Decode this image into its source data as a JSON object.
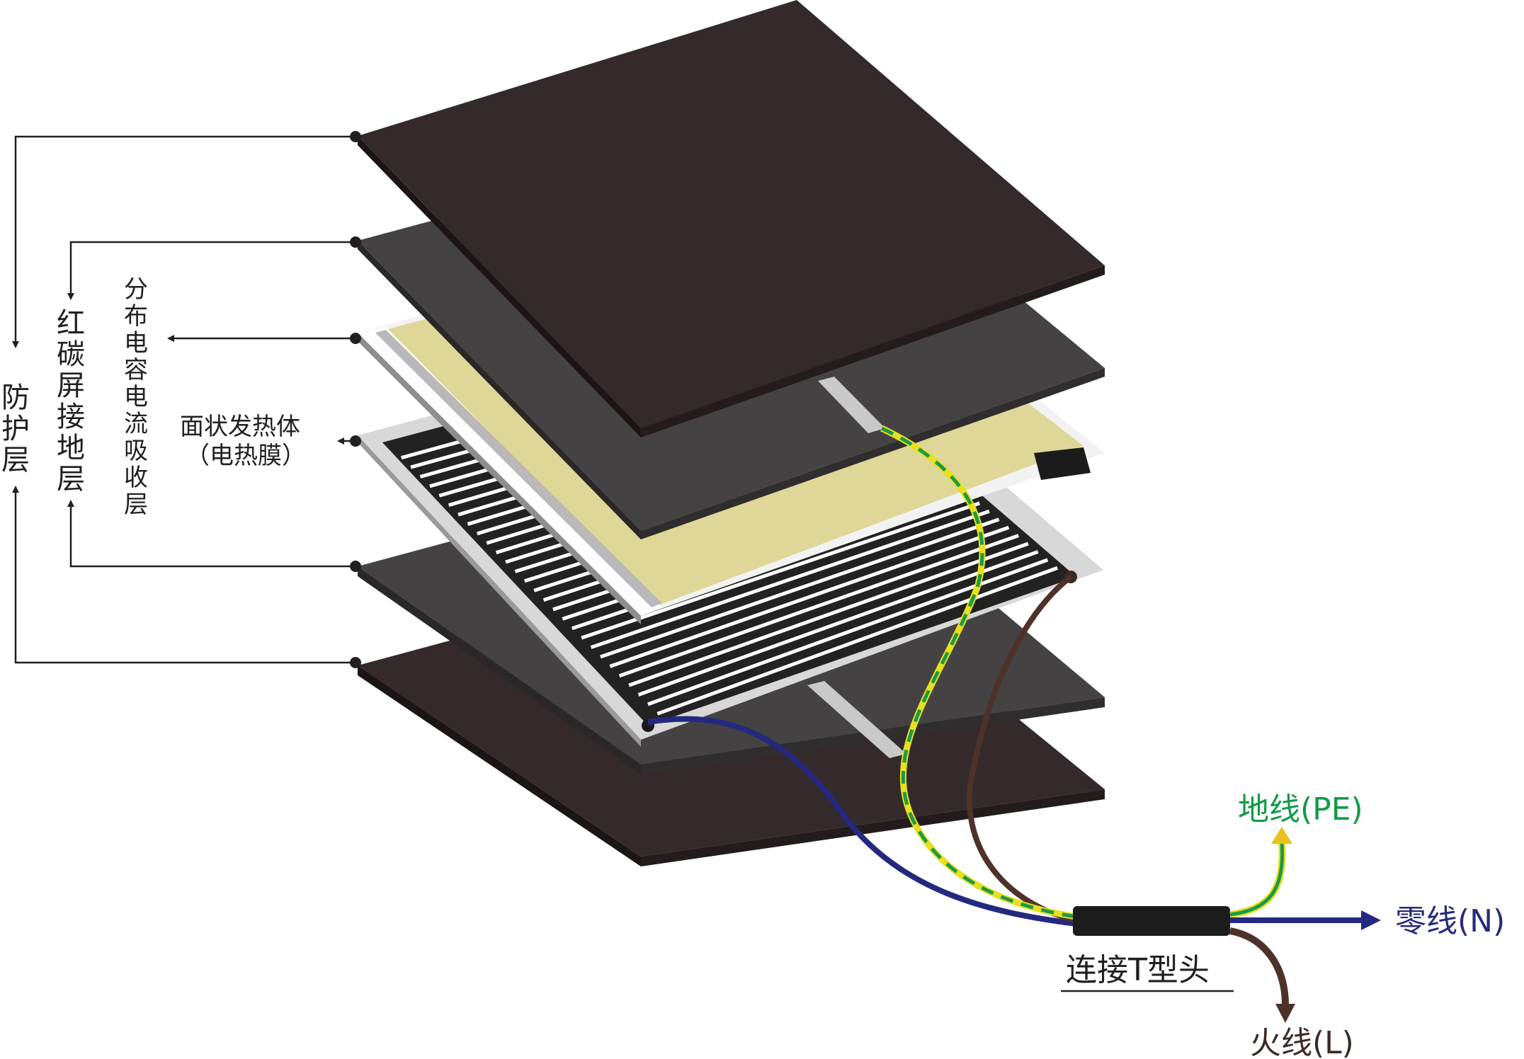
{
  "labels": {
    "protective_layer": [
      "防",
      "护",
      "层"
    ],
    "carbon_ground_layer": [
      "红",
      "碳",
      "屏",
      "接",
      "地",
      "层"
    ],
    "capacitive_absorb_layer": [
      "分",
      "布",
      "电",
      "容",
      "电",
      "流",
      "吸",
      "收",
      "层"
    ],
    "heating_body": "面状发热体",
    "heating_film": "（电热膜）",
    "connector": "连接T型头",
    "ground_wire": "地线(PE)",
    "neutral_wire": "零线(N)",
    "live_wire": "火线(L)"
  },
  "colors": {
    "protective": "#342a2b",
    "ground_layer": "#454243",
    "absorb_layer": "#ded797",
    "wire_ground_green": "#1a9a4a",
    "wire_ground_yellow": "#e8e01c",
    "wire_neutral": "#24297f",
    "wire_live": "#4e3229",
    "label_green": "#129a48",
    "label_blue": "#262a7a",
    "label_brown": "#3b2a24"
  }
}
